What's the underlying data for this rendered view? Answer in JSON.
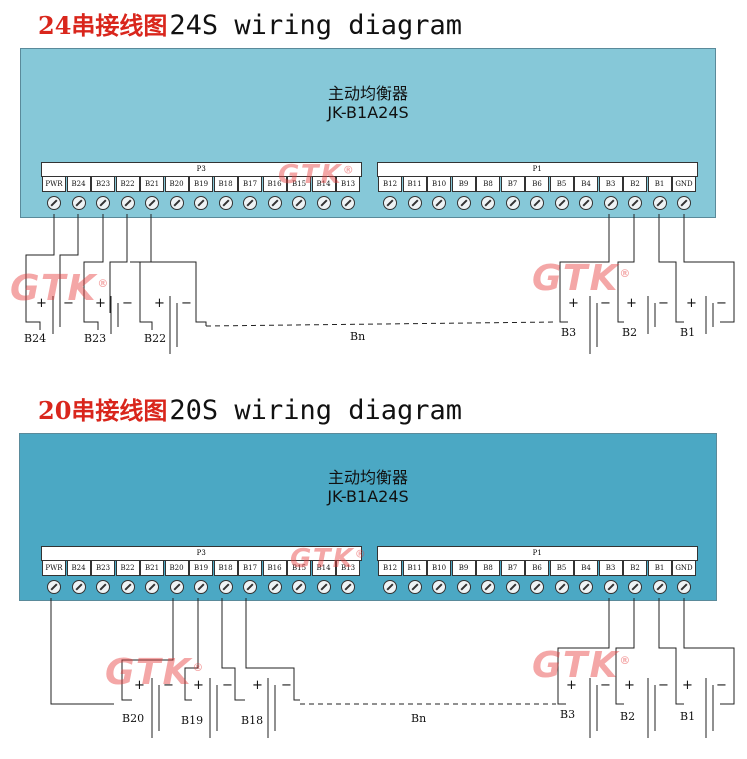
{
  "diagram1": {
    "heading_cn": "24串接线图",
    "heading_en": "24S wiring diagram",
    "device_name": "主动均衡器",
    "device_model": "JK-B1A24S",
    "connector_left": "P3",
    "connector_right": "P1",
    "pins_left": [
      "PWR",
      "B24",
      "B23",
      "B22",
      "B21",
      "B20",
      "B19",
      "B18",
      "B17",
      "B16",
      "B15",
      "B14",
      "B13"
    ],
    "pins_right": [
      "B12",
      "B11",
      "B10",
      "B9",
      "B8",
      "B7",
      "B6",
      "B5",
      "B4",
      "B3",
      "B2",
      "B1",
      "GND"
    ],
    "cells_left": [
      "B24",
      "B23",
      "B22"
    ],
    "cells_right": [
      "B3",
      "B2",
      "B1"
    ],
    "series_label": "Bn"
  },
  "diagram2": {
    "heading_cn": "20串接线图",
    "heading_en": "20S wiring diagram",
    "device_name": "主动均衡器",
    "device_model": "JK-B1A24S",
    "connector_left": "P3",
    "connector_right": "P1",
    "pins_left": [
      "PWR",
      "B24",
      "B23",
      "B22",
      "B21",
      "B20",
      "B19",
      "B18",
      "B17",
      "B16",
      "B15",
      "B14",
      "B13"
    ],
    "pins_right": [
      "B12",
      "B11",
      "B10",
      "B9",
      "B8",
      "B7",
      "B6",
      "B5",
      "B4",
      "B3",
      "B2",
      "B1",
      "GND"
    ],
    "cells_left": [
      "B20",
      "B19",
      "B18"
    ],
    "cells_right": [
      "B3",
      "B2",
      "B1"
    ],
    "series_label": "Bn"
  },
  "symbols": {
    "plus": "+",
    "minus": "−"
  },
  "watermark": {
    "text": "GTK",
    "mark": "®",
    "color": "#e63c3c"
  }
}
